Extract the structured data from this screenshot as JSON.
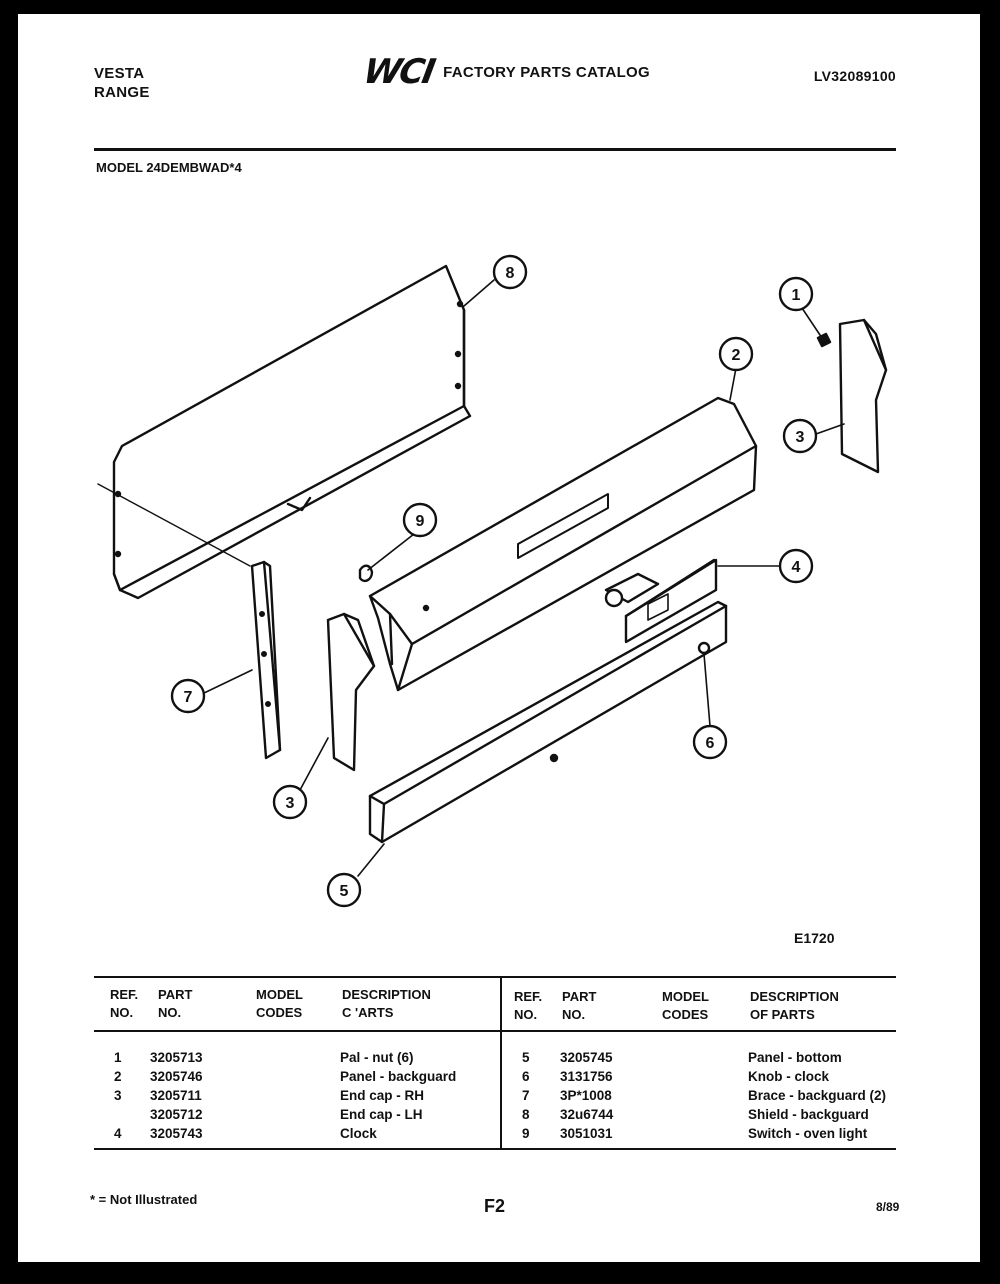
{
  "header": {
    "brand_line1": "VESTA",
    "brand_line2": "RANGE",
    "logo_text": "WCI",
    "catalog_title": "FACTORY PARTS CATALOG",
    "catalog_number": "LV32089100"
  },
  "model_line": "MODEL 24DEMBWAD*4",
  "diagram": {
    "callouts": [
      "8",
      "1",
      "2",
      "3",
      "9",
      "4",
      "7",
      "3",
      "6",
      "5"
    ],
    "figure_code": "E1720"
  },
  "table": {
    "left_headers": {
      "ref": [
        "REF.",
        "NO."
      ],
      "part": [
        "PART",
        "NO."
      ],
      "model": [
        "MODEL",
        "CODES"
      ],
      "desc": [
        "DESCRIPTION",
        "C  'ARTS"
      ]
    },
    "right_headers": {
      "ref": [
        "REF.",
        "NO."
      ],
      "part": [
        "PART",
        "NO."
      ],
      "model": [
        "MODEL",
        "CODES"
      ],
      "desc": [
        "DESCRIPTION",
        "OF PARTS"
      ]
    },
    "left_rows": [
      {
        "ref": "1",
        "part": "3205713",
        "desc": "Pal - nut (6)"
      },
      {
        "ref": "2",
        "part": "3205746",
        "desc": "Panel - backguard"
      },
      {
        "ref": "3",
        "part": "3205711",
        "desc": "End cap - RH"
      },
      {
        "ref": "",
        "part": "3205712",
        "desc": "End cap - LH"
      },
      {
        "ref": "4",
        "part": "3205743",
        "desc": "Clock"
      }
    ],
    "right_rows": [
      {
        "ref": "5",
        "part": "3205745",
        "desc": "Panel - bottom"
      },
      {
        "ref": "6",
        "part": "3131756",
        "desc": "Knob - clock"
      },
      {
        "ref": "7",
        "part": "3P*1008",
        "desc": "Brace - backguard (2)"
      },
      {
        "ref": "8",
        "part": "32u6744",
        "desc": "Shield - backguard"
      },
      {
        "ref": "9",
        "part": "3051031",
        "desc": "Switch - oven light"
      }
    ]
  },
  "footer": {
    "note": "* = Not Illustrated",
    "page": "F2",
    "date": "8/89"
  }
}
